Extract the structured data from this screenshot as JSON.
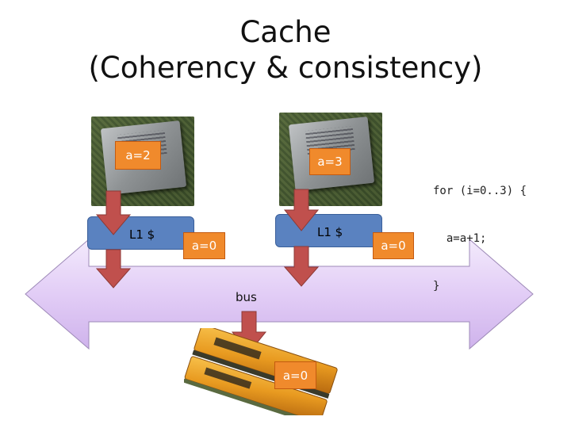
{
  "title": {
    "line1": "Cache",
    "line2": "(Coherency & consistency)"
  },
  "cpu_left": {
    "register": "a=2",
    "cache_label": "L1 $",
    "cache_value": "a=0"
  },
  "cpu_right": {
    "register": "a=3",
    "cache_label": "L1 $",
    "cache_value": "a=0"
  },
  "code": {
    "line1": "for (i=0..3) {",
    "line2": "  a=a+1;",
    "line3": "}"
  },
  "bus": {
    "label": "bus"
  },
  "memory": {
    "value": "a=0"
  },
  "colors": {
    "orange": "#f08a2c",
    "blue": "#5a82c0",
    "arrow_red": "#c0504d",
    "bus_lavender": "#e4d2f5"
  }
}
